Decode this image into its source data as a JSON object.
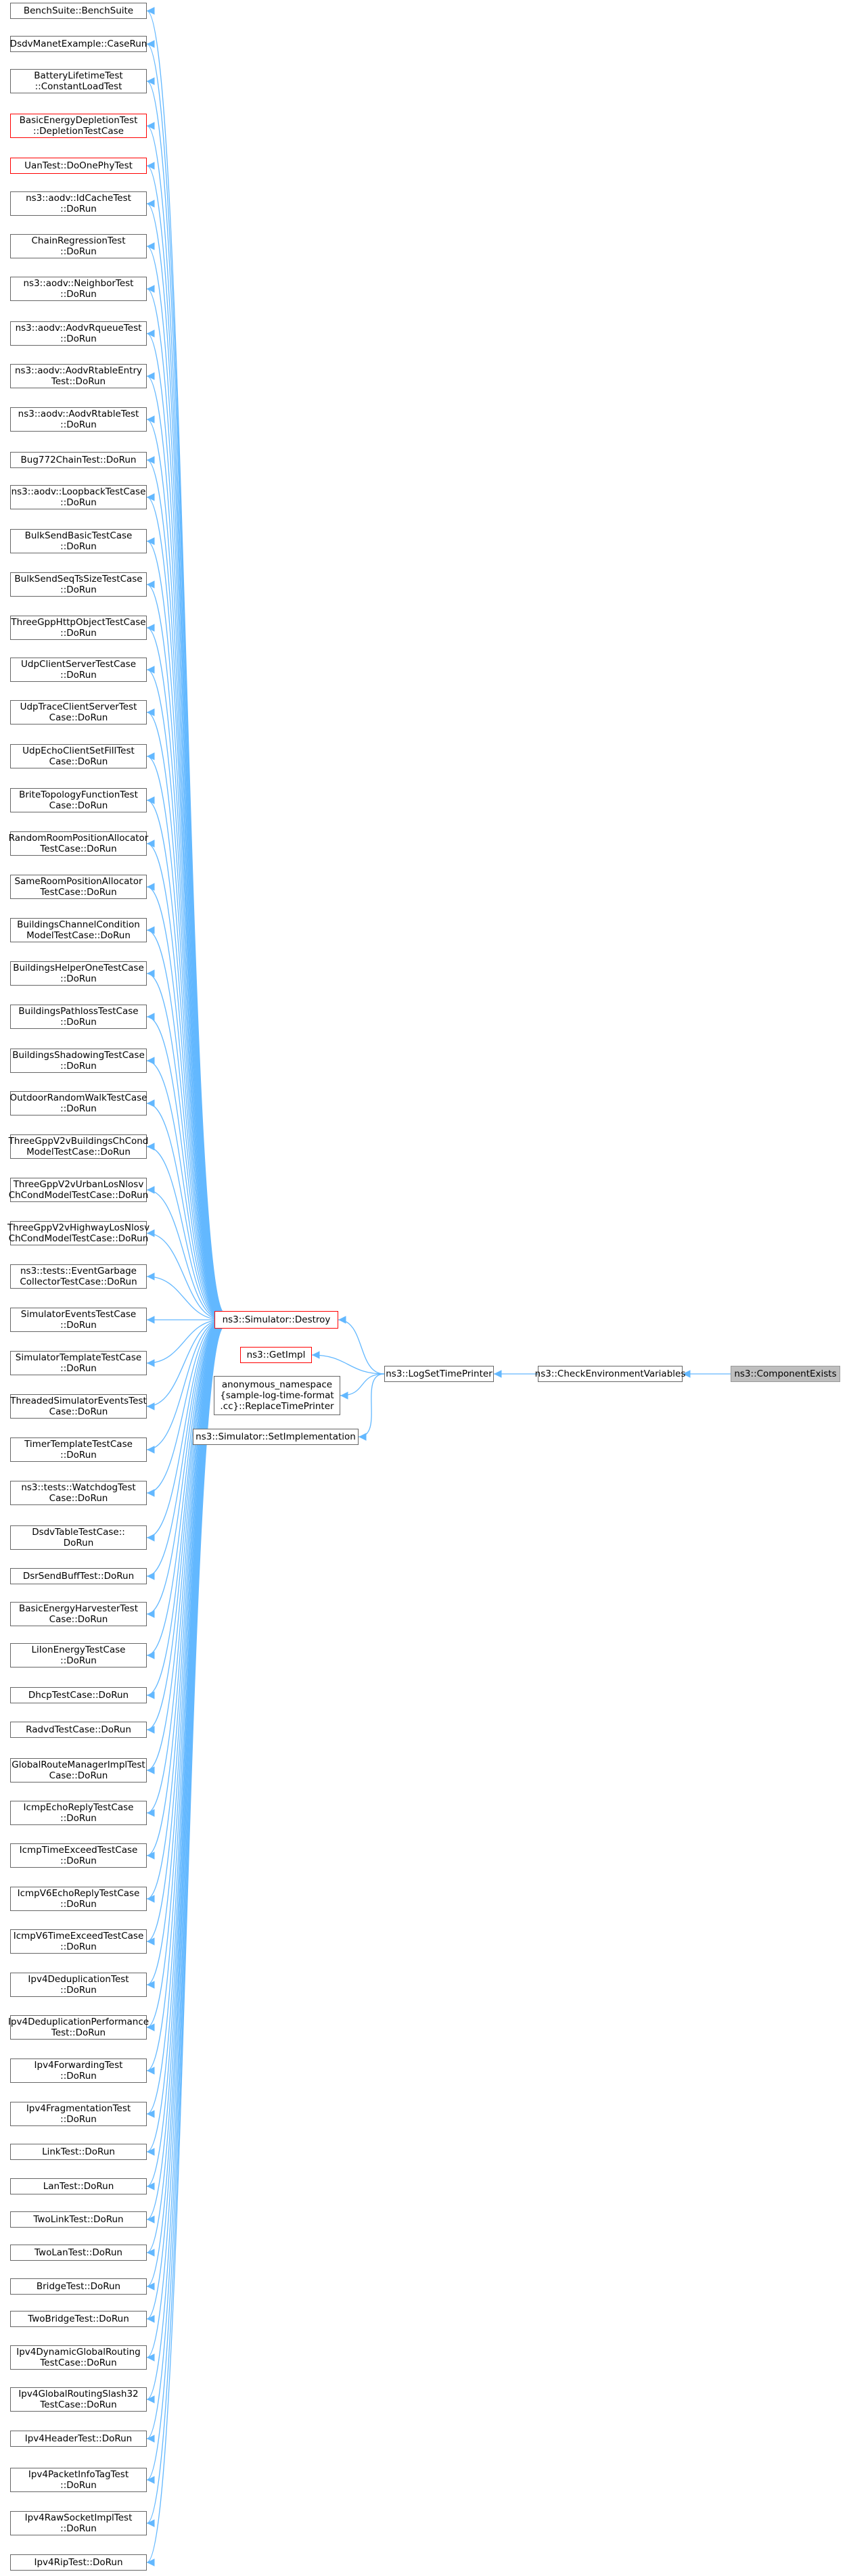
{
  "edge_color": "#63b8ff",
  "node_border": "#666666",
  "highlight_border": "#ff0000",
  "target_fill": "#bfbfbf",
  "nodes": [
    {
      "id": "benchsuite",
      "label": "BenchSuite::BenchSuite",
      "red": false
    },
    {
      "id": "dsdvmanet",
      "label": "DsdvManetExample::CaseRun",
      "red": false
    },
    {
      "id": "batterylifetime",
      "label": "BatteryLifetimeTest\n::ConstantLoadTest",
      "red": false
    },
    {
      "id": "basicenergydepletion",
      "label": "BasicEnergyDepletionTest\n::DepletionTestCase",
      "red": true
    },
    {
      "id": "uantest",
      "label": "UanTest::DoOnePhyTest",
      "red": true
    },
    {
      "id": "aodvidcache",
      "label": "ns3::aodv::IdCacheTest\n::DoRun",
      "red": false
    },
    {
      "id": "chainregression",
      "label": "ChainRegressionTest\n::DoRun",
      "red": false
    },
    {
      "id": "aodvneighbor",
      "label": "ns3::aodv::NeighborTest\n::DoRun",
      "red": false
    },
    {
      "id": "aodvrqueue",
      "label": "ns3::aodv::AodvRqueueTest\n::DoRun",
      "red": false
    },
    {
      "id": "aodvrtableentry",
      "label": "ns3::aodv::AodvRtableEntry\nTest::DoRun",
      "red": false
    },
    {
      "id": "aodvrtable",
      "label": "ns3::aodv::AodvRtableTest\n::DoRun",
      "red": false
    },
    {
      "id": "bug772",
      "label": "Bug772ChainTest::DoRun",
      "red": false
    },
    {
      "id": "aodvloopback",
      "label": "ns3::aodv::LoopbackTestCase\n::DoRun",
      "red": false
    },
    {
      "id": "bulksendbasic",
      "label": "BulkSendBasicTestCase\n::DoRun",
      "red": false
    },
    {
      "id": "bulksendseqts",
      "label": "BulkSendSeqTsSizeTestCase\n::DoRun",
      "red": false
    },
    {
      "id": "threegpphttp",
      "label": "ThreeGppHttpObjectTestCase\n::DoRun",
      "red": false
    },
    {
      "id": "udpclientserver",
      "label": "UdpClientServerTestCase\n::DoRun",
      "red": false
    },
    {
      "id": "udptraceclient",
      "label": "UdpTraceClientServerTest\nCase::DoRun",
      "red": false
    },
    {
      "id": "udpechoclient",
      "label": "UdpEchoClientSetFillTest\nCase::DoRun",
      "red": false
    },
    {
      "id": "britetopology",
      "label": "BriteTopologyFunctionTest\nCase::DoRun",
      "red": false
    },
    {
      "id": "randomroom",
      "label": "RandomRoomPositionAllocator\nTestCase::DoRun",
      "red": false
    },
    {
      "id": "sameroom",
      "label": "SameRoomPositionAllocator\nTestCase::DoRun",
      "red": false
    },
    {
      "id": "buildingschannel",
      "label": "BuildingsChannelCondition\nModelTestCase::DoRun",
      "red": false
    },
    {
      "id": "buildingshelper",
      "label": "BuildingsHelperOneTestCase\n::DoRun",
      "red": false
    },
    {
      "id": "buildingspathloss",
      "label": "BuildingsPathlossTestCase\n::DoRun",
      "red": false
    },
    {
      "id": "buildingsshadowing",
      "label": "BuildingsShadowingTestCase\n::DoRun",
      "red": false
    },
    {
      "id": "outdoorrandomwalk",
      "label": "OutdoorRandomWalkTestCase\n::DoRun",
      "red": false
    },
    {
      "id": "threegppv2vbuildings",
      "label": "ThreeGppV2vBuildingsChCond\nModelTestCase::DoRun",
      "red": false
    },
    {
      "id": "threegppv2vurban",
      "label": "ThreeGppV2vUrbanLosNlosv\nChCondModelTestCase::DoRun",
      "red": false
    },
    {
      "id": "threegppv2vhighway",
      "label": "ThreeGppV2vHighwayLosNlosv\nChCondModelTestCase::DoRun",
      "red": false
    },
    {
      "id": "eventgarbage",
      "label": "ns3::tests::EventGarbage\nCollectorTestCase::DoRun",
      "red": false
    },
    {
      "id": "simulatorevents",
      "label": "SimulatorEventsTestCase\n::DoRun",
      "red": false
    },
    {
      "id": "simulatortemplate",
      "label": "SimulatorTemplateTestCase\n::DoRun",
      "red": false
    },
    {
      "id": "threadedsimulator",
      "label": "ThreadedSimulatorEventsTest\nCase::DoRun",
      "red": false
    },
    {
      "id": "timertemplate",
      "label": "TimerTemplateTestCase\n::DoRun",
      "red": false
    },
    {
      "id": "watchdog",
      "label": "ns3::tests::WatchdogTest\nCase::DoRun",
      "red": false
    },
    {
      "id": "dsdvtable",
      "label": "DsdvTableTestCase::\nDoRun",
      "red": false
    },
    {
      "id": "dsrsendbuff",
      "label": "DsrSendBuffTest::DoRun",
      "red": false
    },
    {
      "id": "basicenergyharvester",
      "label": "BasicEnergyHarvesterTest\nCase::DoRun",
      "red": false
    },
    {
      "id": "liionenergy",
      "label": "LiIonEnergyTestCase\n::DoRun",
      "red": false
    },
    {
      "id": "dhcptest",
      "label": "DhcpTestCase::DoRun",
      "red": false
    },
    {
      "id": "radvdtest",
      "label": "RadvdTestCase::DoRun",
      "red": false
    },
    {
      "id": "globalroutemanager",
      "label": "GlobalRouteManagerImplTest\nCase::DoRun",
      "red": false
    },
    {
      "id": "icmpechoreply",
      "label": "IcmpEchoReplyTestCase\n::DoRun",
      "red": false
    },
    {
      "id": "icmptimeexceed",
      "label": "IcmpTimeExceedTestCase\n::DoRun",
      "red": false
    },
    {
      "id": "icmpv6echoreply",
      "label": "IcmpV6EchoReplyTestCase\n::DoRun",
      "red": false
    },
    {
      "id": "icmpv6timeexceed",
      "label": "IcmpV6TimeExceedTestCase\n::DoRun",
      "red": false
    },
    {
      "id": "ipv4dedup",
      "label": "Ipv4DeduplicationTest\n::DoRun",
      "red": false
    },
    {
      "id": "ipv4dedupperf",
      "label": "Ipv4DeduplicationPerformance\nTest::DoRun",
      "red": false
    },
    {
      "id": "ipv4forwarding",
      "label": "Ipv4ForwardingTest\n::DoRun",
      "red": false
    },
    {
      "id": "ipv4fragmentation",
      "label": "Ipv4FragmentationTest\n::DoRun",
      "red": false
    },
    {
      "id": "linktest",
      "label": "LinkTest::DoRun",
      "red": false
    },
    {
      "id": "lantest",
      "label": "LanTest::DoRun",
      "red": false
    },
    {
      "id": "twolinktest",
      "label": "TwoLinkTest::DoRun",
      "red": false
    },
    {
      "id": "twolantest",
      "label": "TwoLanTest::DoRun",
      "red": false
    },
    {
      "id": "bridgetest",
      "label": "BridgeTest::DoRun",
      "red": false
    },
    {
      "id": "twobridgetest",
      "label": "TwoBridgeTest::DoRun",
      "red": false
    },
    {
      "id": "ipv4dynamicglobal",
      "label": "Ipv4DynamicGlobalRouting\nTestCase::DoRun",
      "red": false
    },
    {
      "id": "ipv4globalslash32",
      "label": "Ipv4GlobalRoutingSlash32\nTestCase::DoRun",
      "red": false
    },
    {
      "id": "ipv4header",
      "label": "Ipv4HeaderTest::DoRun",
      "red": false
    },
    {
      "id": "ipv4packetinfo",
      "label": "Ipv4PacketInfoTagTest\n::DoRun",
      "red": false
    },
    {
      "id": "ipv4rawsocket",
      "label": "Ipv4RawSocketImplTest\n::DoRun",
      "red": false
    },
    {
      "id": "ipv4rip",
      "label": "Ipv4RipTest::DoRun",
      "red": false
    },
    {
      "id": "destroy",
      "label": "ns3::Simulator::Destroy",
      "red": true
    },
    {
      "id": "getimpl",
      "label": "ns3::GetImpl",
      "red": true
    },
    {
      "id": "replacetimeprinter",
      "label": "anonymous_namespace\n{sample-log-time-format\n.cc}::ReplaceTimePrinter",
      "red": false
    },
    {
      "id": "setimplementation",
      "label": "ns3::Simulator::SetImplementation",
      "red": false
    },
    {
      "id": "logsettimeprinter",
      "label": "ns3::LogSetTimePrinter",
      "red": false
    },
    {
      "id": "checkenv",
      "label": "ns3::CheckEnvironmentVariables",
      "red": false
    },
    {
      "id": "componentexists",
      "label": "ns3::ComponentExists",
      "red": false,
      "target": true
    }
  ],
  "edges": [
    [
      "benchsuite",
      "destroy"
    ],
    [
      "dsdvmanet",
      "destroy"
    ],
    [
      "batterylifetime",
      "destroy"
    ],
    [
      "basicenergydepletion",
      "destroy"
    ],
    [
      "uantest",
      "destroy"
    ],
    [
      "aodvidcache",
      "destroy"
    ],
    [
      "chainregression",
      "destroy"
    ],
    [
      "aodvneighbor",
      "destroy"
    ],
    [
      "aodvrqueue",
      "destroy"
    ],
    [
      "aodvrtableentry",
      "destroy"
    ],
    [
      "aodvrtable",
      "destroy"
    ],
    [
      "bug772",
      "destroy"
    ],
    [
      "aodvloopback",
      "destroy"
    ],
    [
      "bulksendbasic",
      "destroy"
    ],
    [
      "bulksendseqts",
      "destroy"
    ],
    [
      "threegpphttp",
      "destroy"
    ],
    [
      "udpclientserver",
      "destroy"
    ],
    [
      "udptraceclient",
      "destroy"
    ],
    [
      "udpechoclient",
      "destroy"
    ],
    [
      "britetopology",
      "destroy"
    ],
    [
      "randomroom",
      "destroy"
    ],
    [
      "sameroom",
      "destroy"
    ],
    [
      "buildingschannel",
      "destroy"
    ],
    [
      "buildingshelper",
      "destroy"
    ],
    [
      "buildingspathloss",
      "destroy"
    ],
    [
      "buildingsshadowing",
      "destroy"
    ],
    [
      "outdoorrandomwalk",
      "destroy"
    ],
    [
      "threegppv2vbuildings",
      "destroy"
    ],
    [
      "threegppv2vurban",
      "destroy"
    ],
    [
      "threegppv2vhighway",
      "destroy"
    ],
    [
      "eventgarbage",
      "destroy"
    ],
    [
      "simulatorevents",
      "destroy"
    ],
    [
      "simulatortemplate",
      "destroy"
    ],
    [
      "threadedsimulator",
      "destroy"
    ],
    [
      "timertemplate",
      "destroy"
    ],
    [
      "watchdog",
      "destroy"
    ],
    [
      "dsdvtable",
      "destroy"
    ],
    [
      "dsrsendbuff",
      "destroy"
    ],
    [
      "basicenergyharvester",
      "destroy"
    ],
    [
      "liionenergy",
      "destroy"
    ],
    [
      "dhcptest",
      "destroy"
    ],
    [
      "radvdtest",
      "destroy"
    ],
    [
      "globalroutemanager",
      "destroy"
    ],
    [
      "icmpechoreply",
      "destroy"
    ],
    [
      "icmptimeexceed",
      "destroy"
    ],
    [
      "icmpv6echoreply",
      "destroy"
    ],
    [
      "icmpv6timeexceed",
      "destroy"
    ],
    [
      "ipv4dedup",
      "destroy"
    ],
    [
      "ipv4dedupperf",
      "destroy"
    ],
    [
      "ipv4forwarding",
      "destroy"
    ],
    [
      "ipv4fragmentation",
      "destroy"
    ],
    [
      "linktest",
      "destroy"
    ],
    [
      "lantest",
      "destroy"
    ],
    [
      "twolinktest",
      "destroy"
    ],
    [
      "twolantest",
      "destroy"
    ],
    [
      "bridgetest",
      "destroy"
    ],
    [
      "twobridgetest",
      "destroy"
    ],
    [
      "ipv4dynamicglobal",
      "destroy"
    ],
    [
      "ipv4globalslash32",
      "destroy"
    ],
    [
      "ipv4header",
      "destroy"
    ],
    [
      "ipv4packetinfo",
      "destroy"
    ],
    [
      "ipv4rawsocket",
      "destroy"
    ],
    [
      "ipv4rip",
      "destroy"
    ],
    [
      "destroy",
      "logsettimeprinter"
    ],
    [
      "getimpl",
      "logsettimeprinter"
    ],
    [
      "replacetimeprinter",
      "logsettimeprinter"
    ],
    [
      "setimplementation",
      "logsettimeprinter"
    ],
    [
      "logsettimeprinter",
      "checkenv"
    ],
    [
      "checkenv",
      "componentexists"
    ]
  ]
}
